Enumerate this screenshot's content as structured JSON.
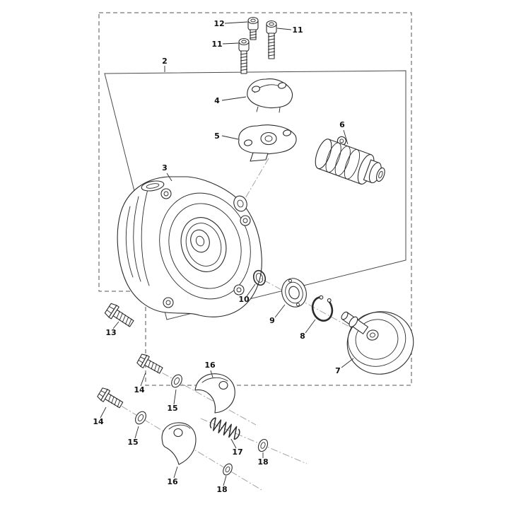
{
  "figure": {
    "type": "exploded-parts-diagram",
    "background_color": "#ffffff",
    "line_color": "#2b2b2b",
    "boundary_line_style": "dashed",
    "callout_color": "#111111"
  },
  "callouts": {
    "c2": "2",
    "c3": "3",
    "c4": "4",
    "c5": "5",
    "c6": "6",
    "c7": "7",
    "c8": "8",
    "c9": "9",
    "c10": "10",
    "c11a": "11",
    "c11b": "11",
    "c12": "12",
    "c13": "13",
    "c14a": "14",
    "c14b": "14",
    "c15a": "15",
    "c15b": "15",
    "c16a": "16",
    "c16b": "16",
    "c17": "17",
    "c18a": "18",
    "c18b": "18"
  }
}
